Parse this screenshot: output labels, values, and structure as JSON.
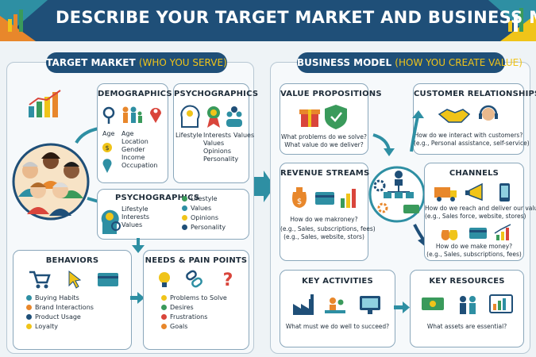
{
  "title": "DESCRIBE YOUR TARGET MARKET AND BUSINESS MODEL",
  "target_market": {
    "heading": "TARGET MARKET",
    "heading_sub": "(WHO YOU SERVE)",
    "demographics": {
      "title": "DEMOGRAPHICS",
      "icon_labels": [
        "Age"
      ],
      "items": [
        "Age",
        "Location",
        "Gender",
        "Income",
        "Occupation"
      ]
    },
    "psychographics_top": {
      "title": "PSYCHOGRAPHICS",
      "labels": [
        "Lifestyle",
        "Interests",
        "Values"
      ],
      "items": [
        "Values",
        "Opinions",
        "Personality"
      ]
    },
    "psychographics_mid": {
      "title": "PSYCHOGRAPHICS",
      "left_items": [
        "Lifestyle",
        "Interests",
        "Values"
      ],
      "right_items": [
        "Lifestyle",
        "Values",
        "Opinions",
        "Personality"
      ]
    },
    "behaviors": {
      "title": "BEHAVIORS",
      "items": [
        "Buying Habits",
        "Brand Interactions",
        "Product Usage",
        "Loyalty"
      ]
    },
    "needs": {
      "title": "NEEDS & PAIN POINTS",
      "items": [
        "Problems to Solve",
        "Desires",
        "Frustrations",
        "Goals"
      ]
    }
  },
  "business_model": {
    "heading": "BUSINESS MODEL",
    "heading_sub": "(HOW YOU CREATE VALUE)",
    "value_props": {
      "title": "VALUE PROPOSITIONS",
      "lines": [
        "What problems do we solve?",
        "What value do we deliver?"
      ]
    },
    "customer_rel": {
      "title": "CUSTOMER RELATIONSHIPS",
      "lines": [
        "How do we interact with customers?",
        "(e.g., Personal assistance, self-service)"
      ]
    },
    "revenue": {
      "title": "REVENUE STREAMS",
      "lines": [
        "How do we makroney?",
        "(e.g., Sales, subscriptions, fees)",
        "(e.g., Sales, website, stors)"
      ]
    },
    "channels": {
      "title": "CHANNELS",
      "lines": [
        "How do we reach and deliver our value?",
        "(e.g., Sales force, website, stores)",
        "How do we make money?",
        "(e.g., Sales, subscriptions, fees)"
      ]
    },
    "key_activities": {
      "title": "KEY ACTIVITIES",
      "lines": [
        "What must we do well to succeed?"
      ]
    },
    "key_resources": {
      "title": "KEY RESOURCES",
      "lines": [
        "What assets are essential?"
      ]
    }
  },
  "colors": {
    "navy": "#1f4f78",
    "teal": "#2e8fa3",
    "gold": "#f0c419",
    "orange": "#e8872b",
    "red": "#d9453b",
    "green": "#3a9a5b"
  }
}
